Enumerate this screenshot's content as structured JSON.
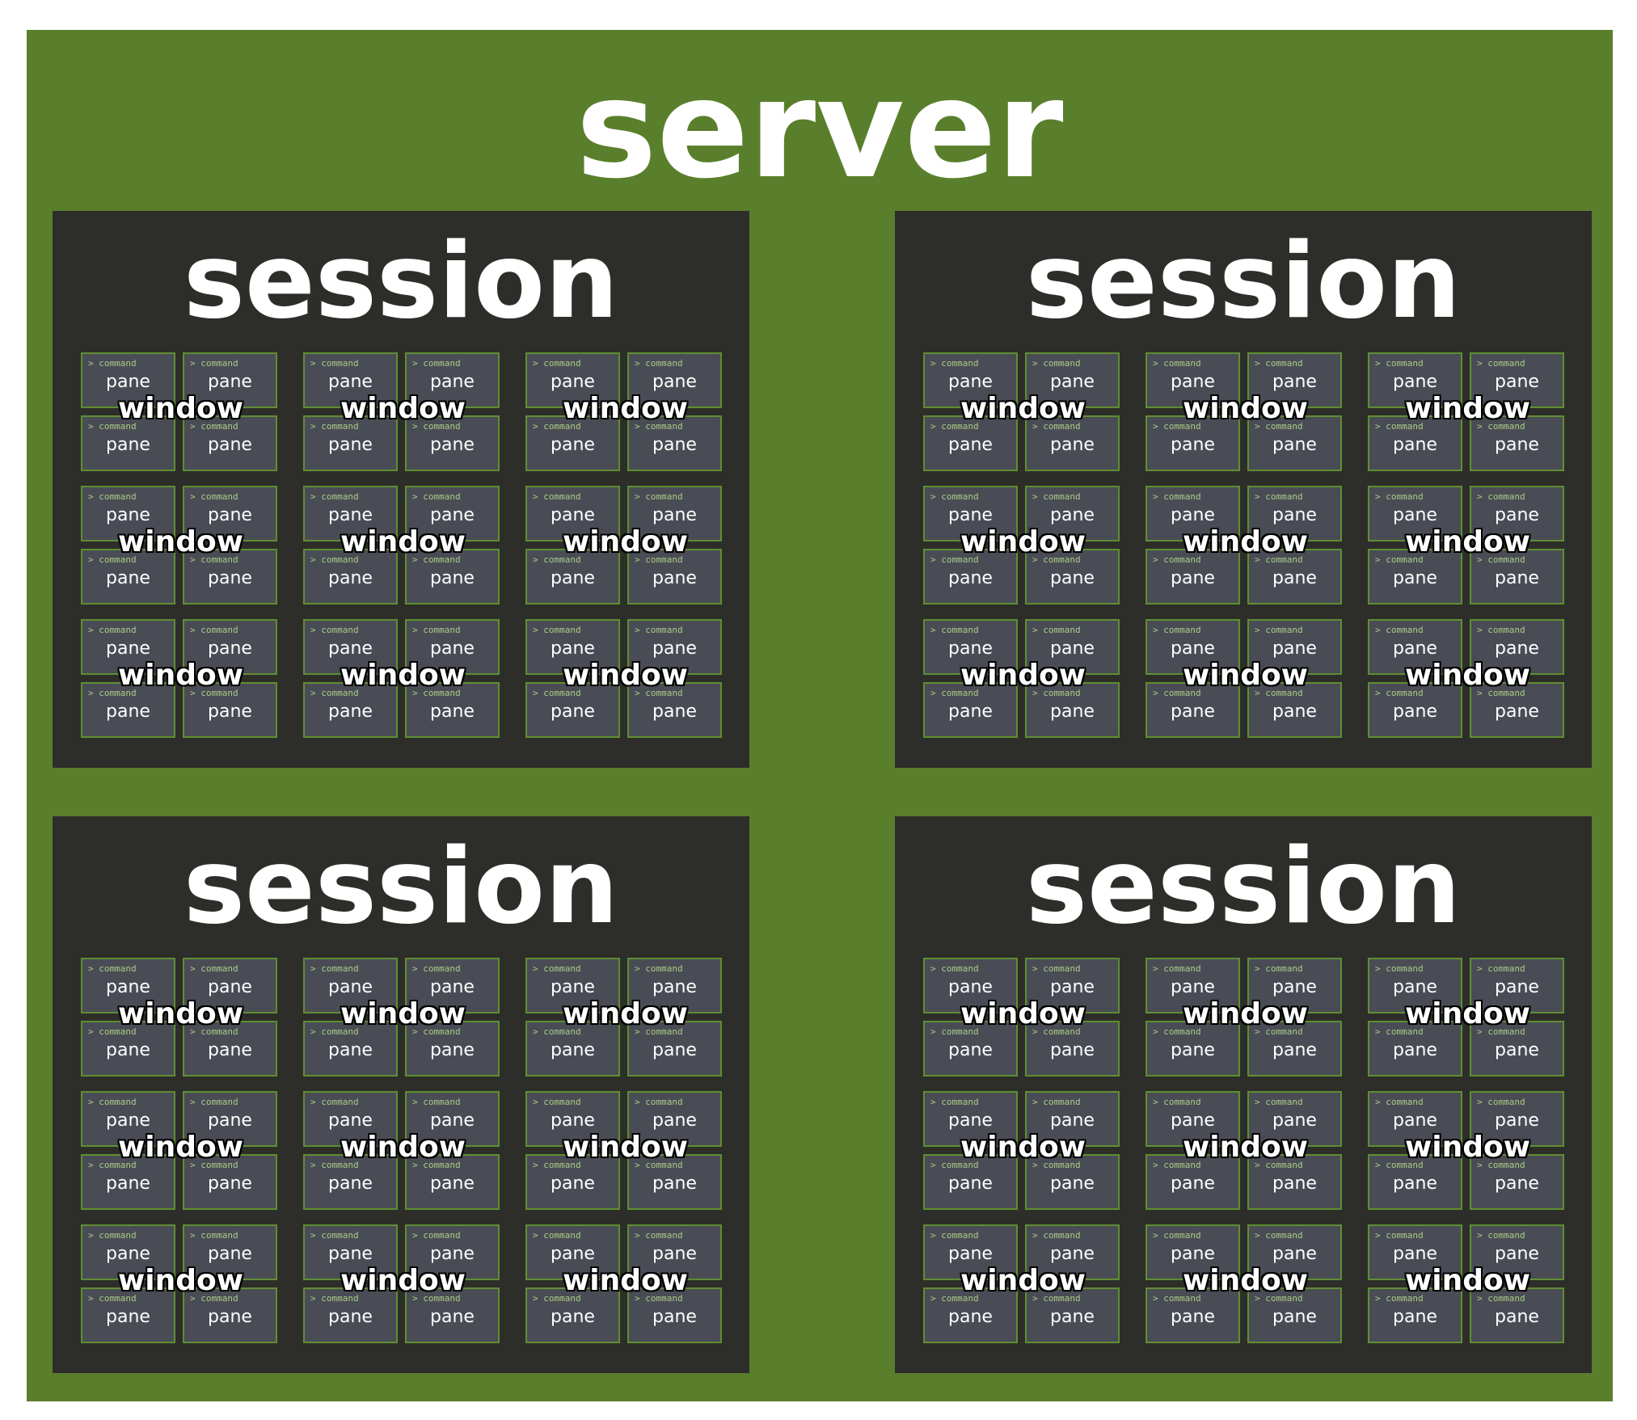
{
  "server": {
    "title": "server",
    "background_color": "#5a7f2c"
  },
  "session_label": "session",
  "window_label": "window",
  "pane_label": "pane",
  "pane_command": "> command",
  "colors": {
    "session_background": "#2d2e2a",
    "pane_background": "#4a4c55",
    "pane_border": "#5f8e31",
    "command_text": "#a9cc87",
    "text": "#ffffff"
  }
}
